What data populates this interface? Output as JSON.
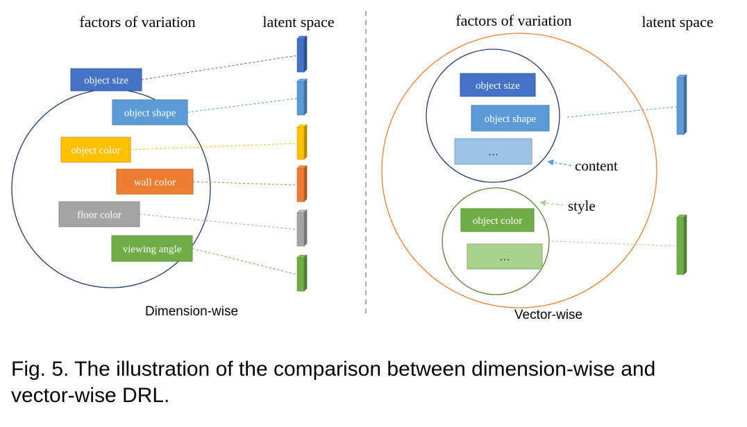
{
  "colors": {
    "dark_blue": "#4472C4",
    "light_blue": "#5B9BD5",
    "yellow": "#FFC000",
    "orange": "#ED7D31",
    "gray": "#A5A5A5",
    "green": "#70AD47",
    "pale_blue": "#9DC3E6",
    "pale_green": "#A9D18E",
    "circle_navy": "#1F3A6E",
    "circle_orange": "#ED7D31",
    "circle_green": "#548235",
    "divider": "#AAAAAA"
  },
  "left": {
    "factors_heading": "factors of variation",
    "latent_heading": "latent space",
    "factors": [
      {
        "label": "object size",
        "color": "dark_blue"
      },
      {
        "label": "object shape",
        "color": "light_blue"
      },
      {
        "label": "object color",
        "color": "yellow"
      },
      {
        "label": "wall color",
        "color": "orange"
      },
      {
        "label": "floor color",
        "color": "gray"
      },
      {
        "label": "viewing angle",
        "color": "green"
      }
    ],
    "caption": "Dimension-wise"
  },
  "right": {
    "factors_heading": "factors of variation",
    "latent_heading": "latent space",
    "content_group": {
      "label": "content",
      "items": [
        {
          "label": "object size",
          "color": "dark_blue"
        },
        {
          "label": "object shape",
          "color": "light_blue"
        },
        {
          "label": "…",
          "color": "pale_blue"
        }
      ]
    },
    "style_group": {
      "label": "style",
      "items": [
        {
          "label": "object color",
          "color": "green"
        },
        {
          "label": "…",
          "color": "pale_green"
        }
      ]
    },
    "caption": "Vector-wise"
  },
  "figure_caption": {
    "line1": "Fig. 5. The illustration of the comparison between dimension-wise and",
    "line2": "vector-wise DRL."
  }
}
